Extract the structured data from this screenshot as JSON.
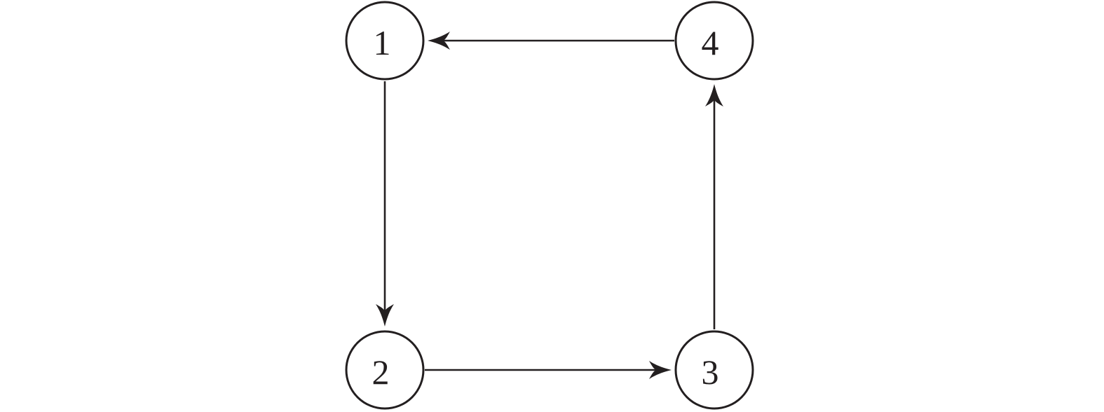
{
  "diagram": {
    "colors": {
      "stroke": "#231f20",
      "background": "#ffffff"
    },
    "nodes": [
      {
        "id": "n1",
        "label": "1"
      },
      {
        "id": "n2",
        "label": "2"
      },
      {
        "id": "n3",
        "label": "3"
      },
      {
        "id": "n4",
        "label": "4"
      }
    ],
    "edges": [
      {
        "from": "n1",
        "to": "n2"
      },
      {
        "from": "n2",
        "to": "n3"
      },
      {
        "from": "n3",
        "to": "n4"
      },
      {
        "from": "n4",
        "to": "n1"
      }
    ]
  }
}
